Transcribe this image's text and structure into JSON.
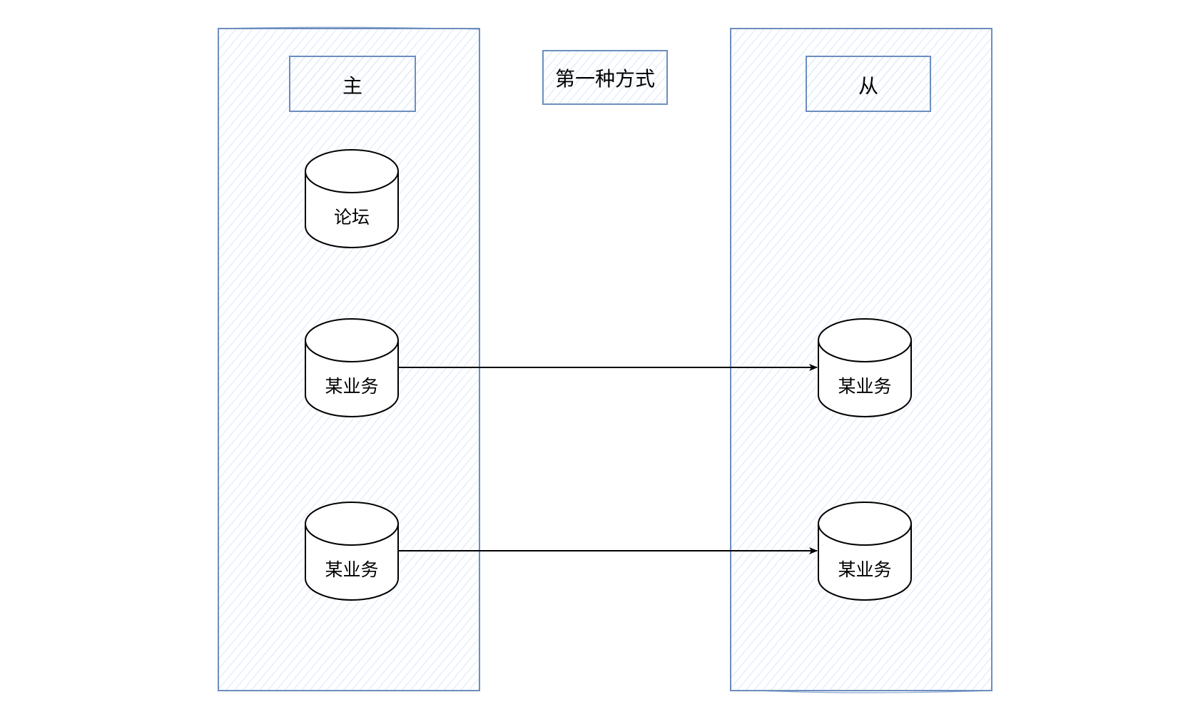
{
  "diagram": {
    "title": "第一种方式",
    "colors": {
      "panel_stroke": "#6c8ebf",
      "panel_hatch": "#dae8fc",
      "db_stroke": "#000000",
      "db_fill": "#ffffff",
      "arrow": "#000000"
    },
    "panels": [
      {
        "id": "master",
        "label": "主"
      },
      {
        "id": "slave",
        "label": "从"
      }
    ],
    "databases": {
      "master": [
        {
          "label": "论坛"
        },
        {
          "label": "某业务"
        },
        {
          "label": "某业务"
        }
      ],
      "slave": [
        {
          "label": "某业务"
        },
        {
          "label": "某业务"
        }
      ]
    },
    "edges": [
      {
        "from": "master.1",
        "to": "slave.0"
      },
      {
        "from": "master.2",
        "to": "slave.1"
      }
    ]
  }
}
